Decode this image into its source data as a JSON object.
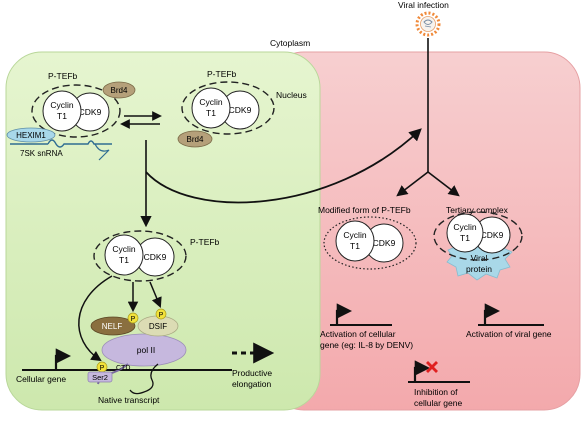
{
  "labels": {
    "viral_infection": "Viral infection",
    "cytoplasm": "Cytoplasm",
    "nucleus": "Nucleus",
    "ptefb": "P-TEFb",
    "cyclin": "Cyclin",
    "t1": "T1",
    "cdk9": "CDK9",
    "brd4": "Brd4",
    "hexim1": "HEXIM1",
    "snrna": "7SK snRNA",
    "nelf": "NELF",
    "dsif": "DSIF",
    "p": "P",
    "pol_ii": "pol II",
    "ctd": "CTD",
    "ser2": "Ser2",
    "cellular_gene": "Cellular gene",
    "native_transcript": "Native transcript",
    "productive_elongation_1": "Productive",
    "productive_elongation_2": "elongation",
    "modified_ptefb": "Modified form of P-TEFb",
    "tertiary_complex": "Tertiary complex",
    "viral_1": "Viral",
    "viral_2": "protein",
    "activation_cellular_1": "Activation of cellular",
    "activation_cellular_2": "gene (eg: IL-8 by DENV)",
    "activation_viral": "Activation of viral gene",
    "inhibition_1": "Inhibition of",
    "inhibition_2": "cellular gene"
  },
  "colors": {
    "nucleus_fill": "#d9f0c0",
    "cytoplasm_fill": "#f7c3c5",
    "brd4": "#b5a07a",
    "hexim1": "#a8d8ea",
    "nelf": "#8a6f3f",
    "dsif": "#dcdcb4",
    "pol_ii": "#c6b8de",
    "phospho": "#f2e23b",
    "viral_protein": "#a9d8e8",
    "virus": "#f08a3a",
    "inhibit_x": "#e02020"
  },
  "icons": [
    "virus-icon",
    "gene-promoter-arrow-icon",
    "inhibition-x-icon",
    "phosphate-icon"
  ]
}
